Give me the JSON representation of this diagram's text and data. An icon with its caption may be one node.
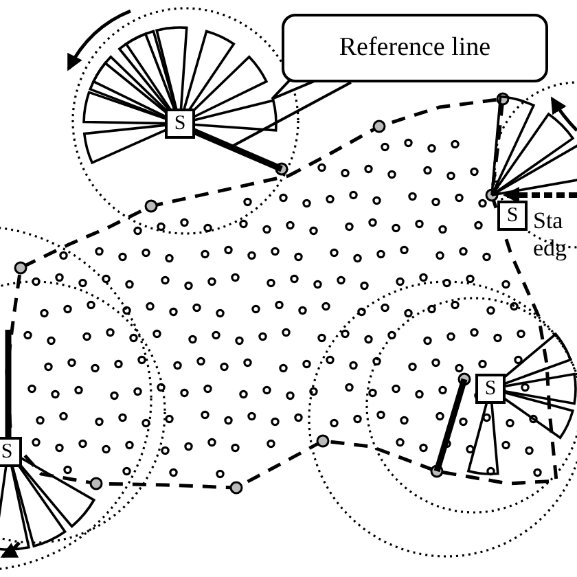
{
  "diagram": {
    "nodes": [
      {
        "text": [
          "Reference line"
        ]
      },
      {
        "text": [
          "S"
        ]
      },
      {
        "text": [
          "S"
        ]
      },
      {
        "text": [
          "S"
        ]
      },
      {
        "text": [
          "S"
        ]
      },
      {
        "text": [],
        "shape": "line"
      }
    ],
    "edges": [
      {
        "from": 0,
        "to": 5,
        "arrow": "none"
      }
    ],
    "labels": [
      "Sta edg"
    ]
  }
}
